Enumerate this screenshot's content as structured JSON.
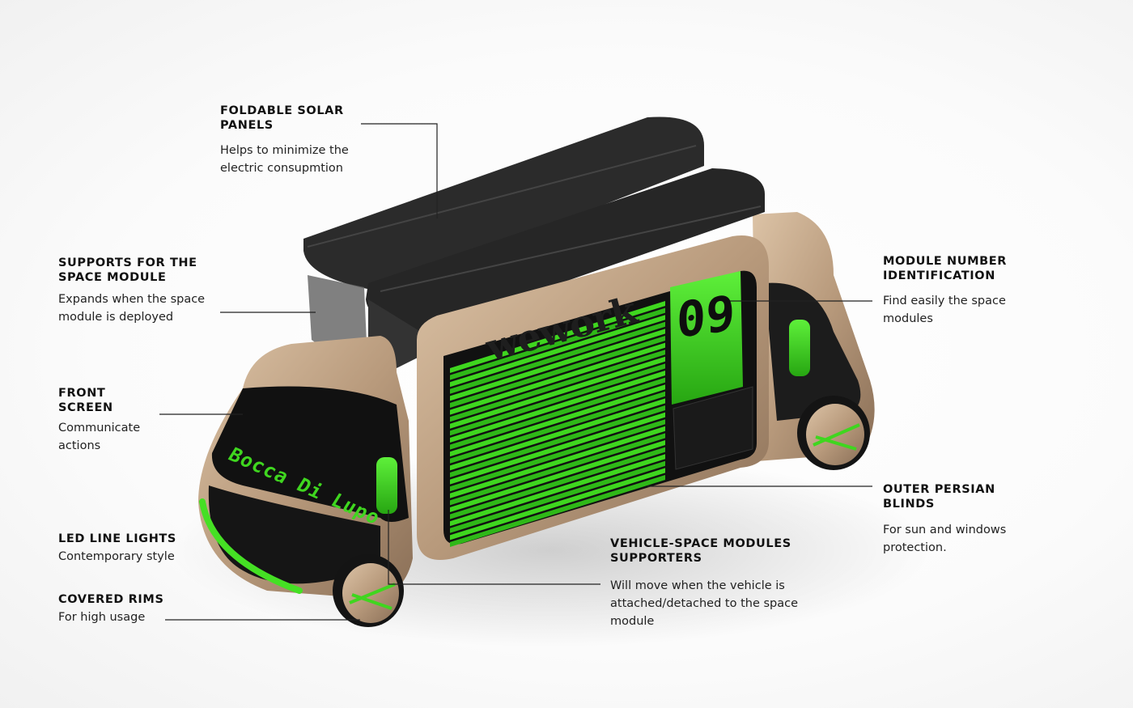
{
  "callouts": {
    "solar": {
      "title": "FOLDABLE SOLAR PANELS",
      "desc": "Helps to minimize the electric consupmtion"
    },
    "supports": {
      "title": "SUPPORTS FOR THE SPACE MODULE",
      "desc": "Expands when the space module is deployed"
    },
    "front_screen": {
      "title": "FRONT SCREEN",
      "desc": "Communicate actions"
    },
    "led": {
      "title": "LED LINE LIGHTS",
      "desc": "Contemporary style"
    },
    "rims": {
      "title": "COVERED RIMS",
      "desc": "For high usage"
    },
    "module_number": {
      "title": "MODULE NUMBER IDENTIFICATION",
      "desc": "Find easily the space modules"
    },
    "blinds": {
      "title": "OUTER PERSIAN BLINDS",
      "desc": "For sun and windows protection."
    },
    "modules_supporters": {
      "title": "VEHICLE-SPACE MODULES SUPPORTERS",
      "desc": "Will move when the vehicle is attached/detached to the space module"
    }
  },
  "vehicle": {
    "screen_text": "Bocca Di Lupo",
    "brand_text": "wework",
    "module_number": "09",
    "colors": {
      "body": "#b89a7c",
      "accent": "#3fd61f",
      "dark": "#1c1c1c"
    }
  }
}
